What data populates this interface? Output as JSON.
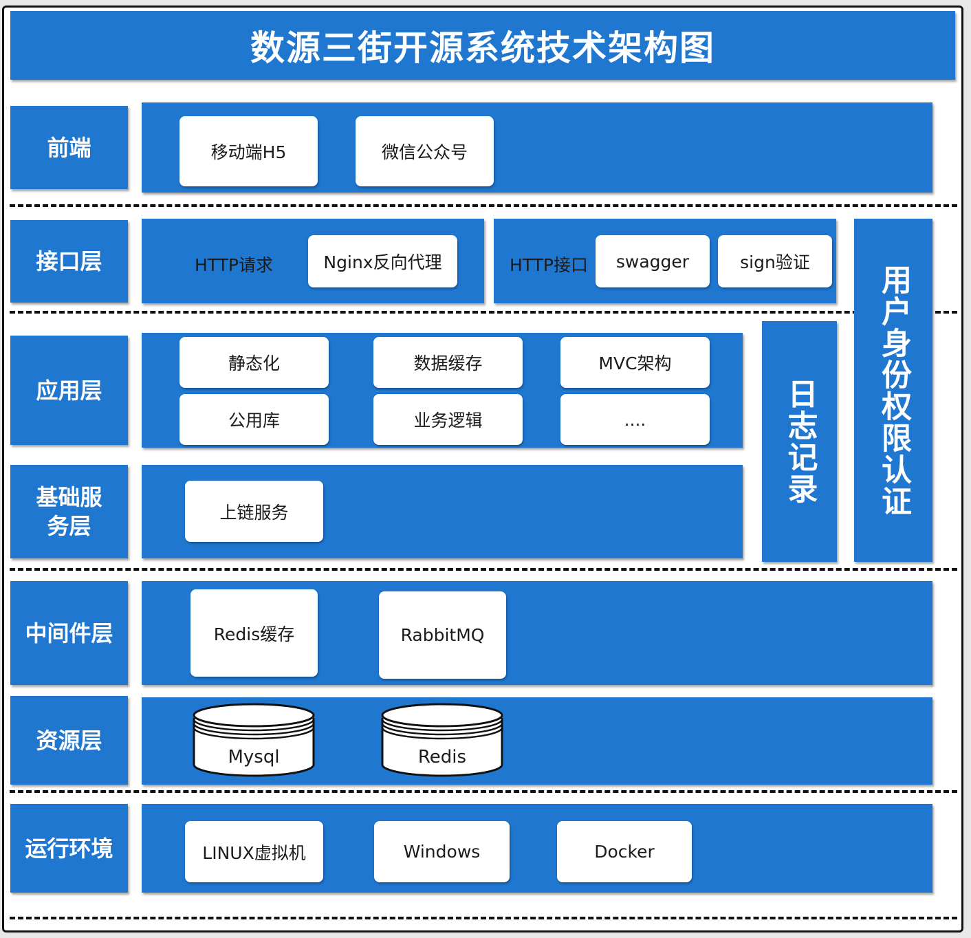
{
  "title": "数源三街开源系统技术架构图",
  "layers": {
    "frontend": {
      "label": "前端",
      "items": [
        "移动端H5",
        "微信公众号"
      ]
    },
    "interface": {
      "label": "接口层",
      "http_request": "HTTP请求",
      "nginx": "Nginx反向代理",
      "http_interface": "HTTP接口",
      "swagger": "swagger",
      "sign": "sign验证"
    },
    "application": {
      "label": "应用层",
      "items": [
        "静态化",
        "数据缓存",
        "MVC架构",
        "公用库",
        "业务逻辑",
        "...."
      ]
    },
    "base_service": {
      "label": "基础服\n务层",
      "items": [
        "上链服务"
      ]
    },
    "middleware": {
      "label": "中间件层",
      "items": [
        "Redis缓存",
        "RabbitMQ"
      ]
    },
    "resource": {
      "label": "资源层",
      "databases": [
        "Mysql",
        "Redis"
      ]
    },
    "runtime": {
      "label": "运行环境",
      "items": [
        "LINUX虚拟机",
        "Windows",
        "Docker"
      ]
    }
  },
  "side": {
    "logging": "日志记录",
    "auth": "用户身份权限认证"
  },
  "colors": {
    "accent": "#1f77d0",
    "box": "#ffffff",
    "dash": "#111111"
  }
}
